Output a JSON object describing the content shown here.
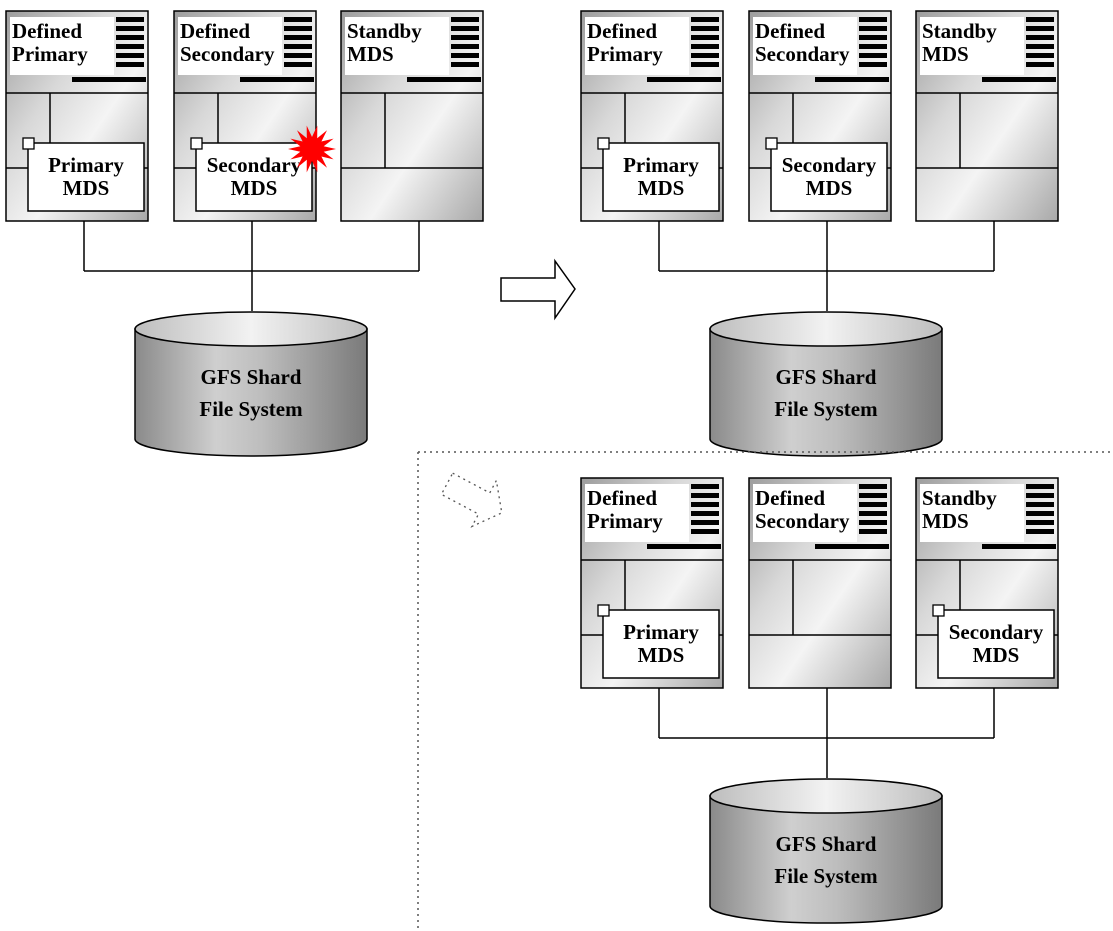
{
  "scenarios": [
    {
      "id": "before",
      "servers": [
        {
          "title_lines": [
            "Defined",
            "Primary"
          ],
          "has_bars": true,
          "mds_lines": [
            "Primary",
            "MDS"
          ],
          "failed": false
        },
        {
          "title_lines": [
            "Defined",
            "Secondary"
          ],
          "has_bars": true,
          "mds_lines": [
            "Secondary",
            "MDS"
          ],
          "failed": true
        },
        {
          "title_lines": [
            "Standby",
            "MDS"
          ],
          "has_bars": true,
          "mds_lines": [],
          "failed": false
        }
      ],
      "disk_lines": [
        "GFS Shard",
        "File System"
      ]
    },
    {
      "id": "after-takeover",
      "servers": [
        {
          "title_lines": [
            "Defined",
            "Primary"
          ],
          "has_bars": true,
          "mds_lines": [
            "Primary",
            "MDS"
          ],
          "failed": false
        },
        {
          "title_lines": [
            "Defined",
            "Secondary"
          ],
          "has_bars": true,
          "mds_lines": [
            "Secondary",
            "MDS"
          ],
          "failed": false
        },
        {
          "title_lines": [
            "Standby",
            "MDS"
          ],
          "has_bars": true,
          "mds_lines": [],
          "failed": false
        }
      ],
      "disk_lines": [
        "GFS Shard",
        "File System"
      ]
    },
    {
      "id": "after-standby",
      "servers": [
        {
          "title_lines": [
            "Defined",
            "Primary"
          ],
          "has_bars": true,
          "mds_lines": [
            "Primary",
            "MDS"
          ],
          "failed": false
        },
        {
          "title_lines": [
            "Defined",
            "Secondary"
          ],
          "has_bars": true,
          "mds_lines": [],
          "failed": false
        },
        {
          "title_lines": [
            "Standby",
            "MDS"
          ],
          "has_bars": true,
          "mds_lines": [
            "Secondary",
            "MDS"
          ],
          "failed": false
        }
      ],
      "disk_lines": [
        "GFS Shard",
        "File System"
      ]
    }
  ],
  "colors": {
    "outline": "#000000",
    "server_light": "#e8e8e8",
    "server_dark": "#9a9a9a",
    "disk_light": "#efefef",
    "disk_dark": "#7a7a7a",
    "failure": "#ff0000",
    "dotted": "#555555"
  }
}
